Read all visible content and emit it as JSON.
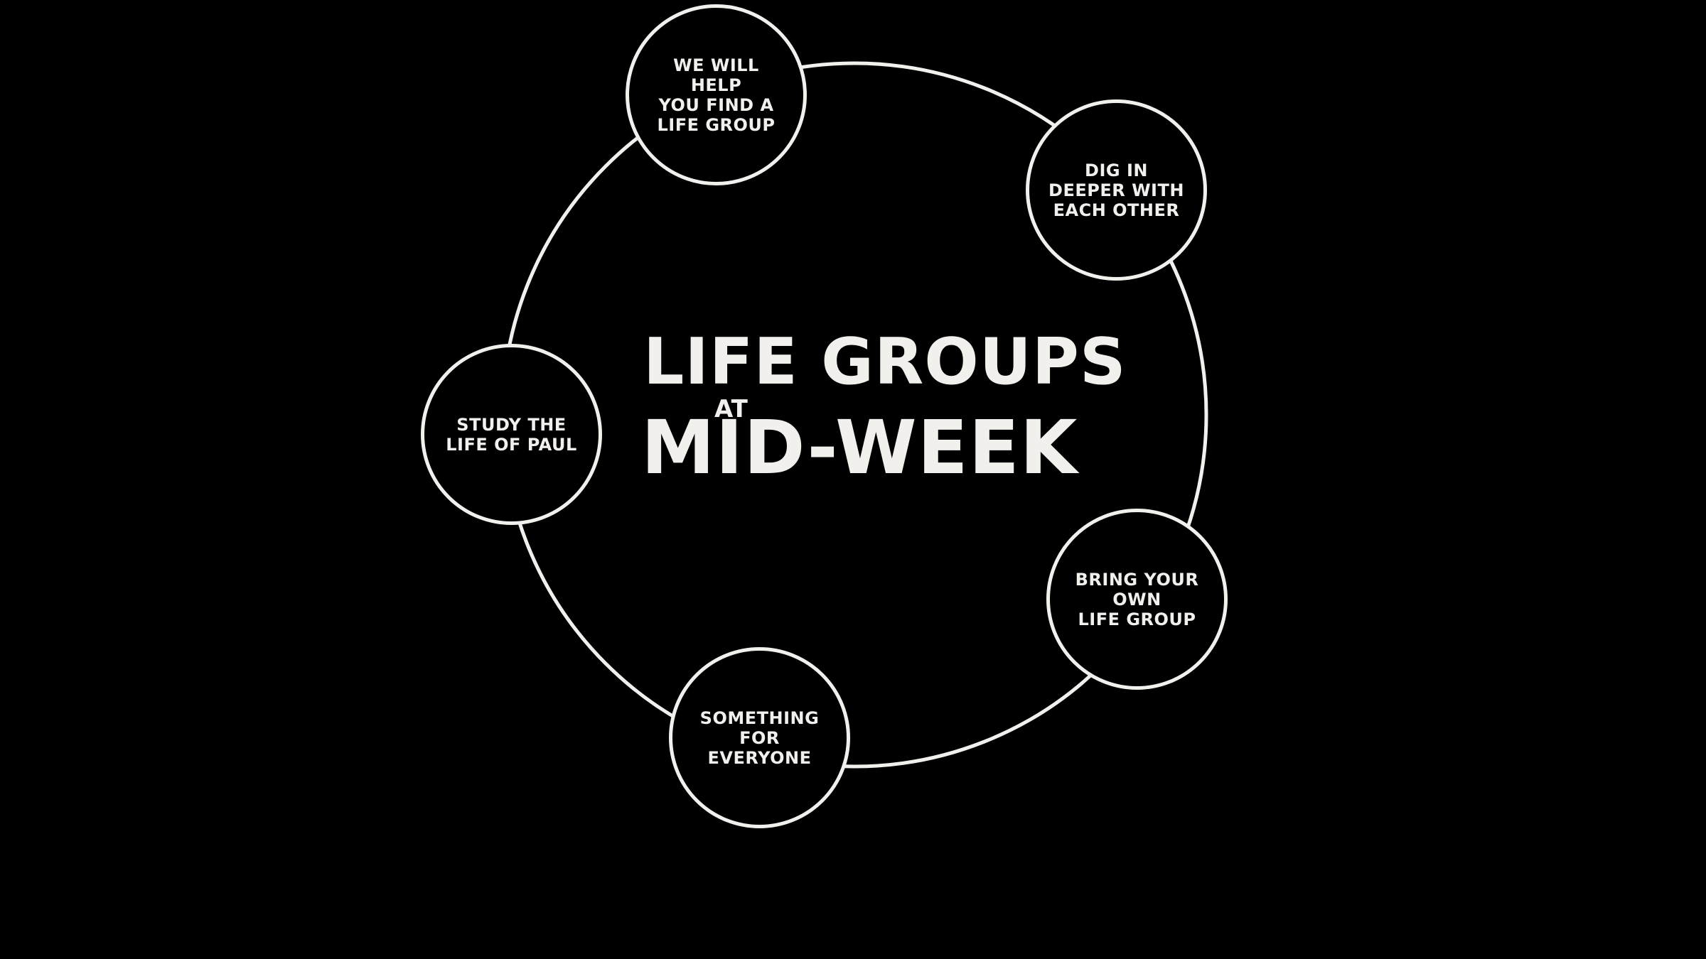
{
  "colors": {
    "background": "#000000",
    "foreground": "#f2f0ec"
  },
  "title": {
    "line1": "LIFE GROUPS",
    "at": "AT",
    "line2": "MID-WEEK"
  },
  "nodes": [
    {
      "label": "WE WILL HELP\nYOU FIND A\nLIFE GROUP"
    },
    {
      "label": "DIG IN\nDEEPER WITH\nEACH OTHER"
    },
    {
      "label": "BRING YOUR\nOWN\nLIFE GROUP"
    },
    {
      "label": "SOMETHING\nFOR\nEVERYONE"
    },
    {
      "label": "STUDY THE\nLIFE OF PAUL"
    }
  ]
}
